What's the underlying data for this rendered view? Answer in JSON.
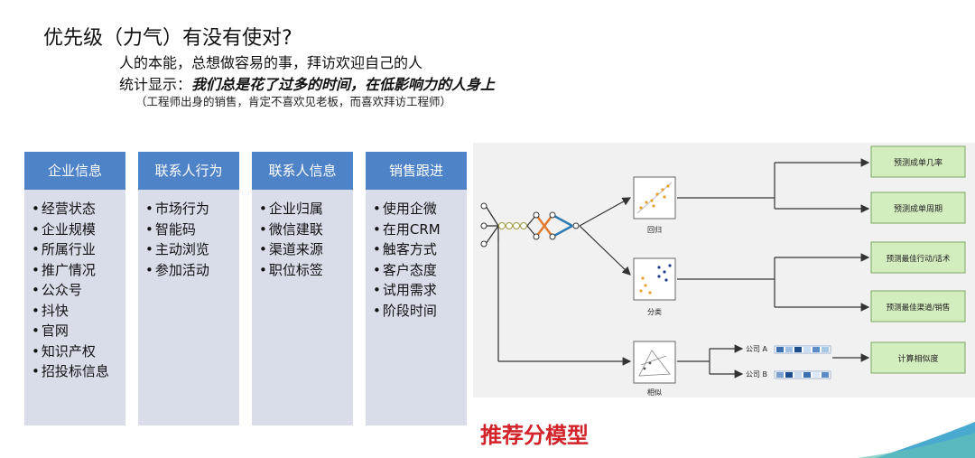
{
  "header": {
    "title": "优先级（力气）有没有使对?",
    "line1": "人的本能，总想做容易的事，拜访欢迎自己的人",
    "line2_prefix": "统计显示：",
    "line2_emphasis": "我们总是花了过多的时间，在低影响力的人身上",
    "line3": "（工程师出身的销售，肯定不喜欢见老板，而喜欢拜访工程师）"
  },
  "columns": [
    {
      "title": "企业信息",
      "items": [
        "经营状态",
        "企业规模",
        "所属行业",
        "推广情况",
        "公众号",
        "抖快",
        "官网",
        "知识产权",
        "招投标信息"
      ]
    },
    {
      "title": "联系人行为",
      "items": [
        "市场行为",
        "智能码",
        "主动浏览",
        "参加活动"
      ]
    },
    {
      "title": "联系人信息",
      "items": [
        "企业归属",
        "微信建联",
        "渠道来源",
        "职位标签"
      ]
    },
    {
      "title": "销售跟进",
      "items": [
        "使用企微",
        "在用CRM",
        "触客方式",
        "客户态度",
        "试用需求",
        "阶段时间"
      ]
    }
  ],
  "diagram": {
    "methods": [
      "回归",
      "分类",
      "相似"
    ],
    "outputs": [
      "预测成单几率",
      "预测成单周期",
      "预测最佳行动/话术",
      "预测最佳渠道/销售",
      "计算相似度"
    ],
    "companies": [
      "公司 A",
      "公司 B"
    ],
    "colors": {
      "output_fill": "#d4edbf",
      "output_stroke": "#7aa860",
      "arrow": "#333333",
      "orange": "#e07a2c",
      "blue": "#2c7ab4"
    }
  },
  "footer": {
    "label": "推荐分模型"
  }
}
